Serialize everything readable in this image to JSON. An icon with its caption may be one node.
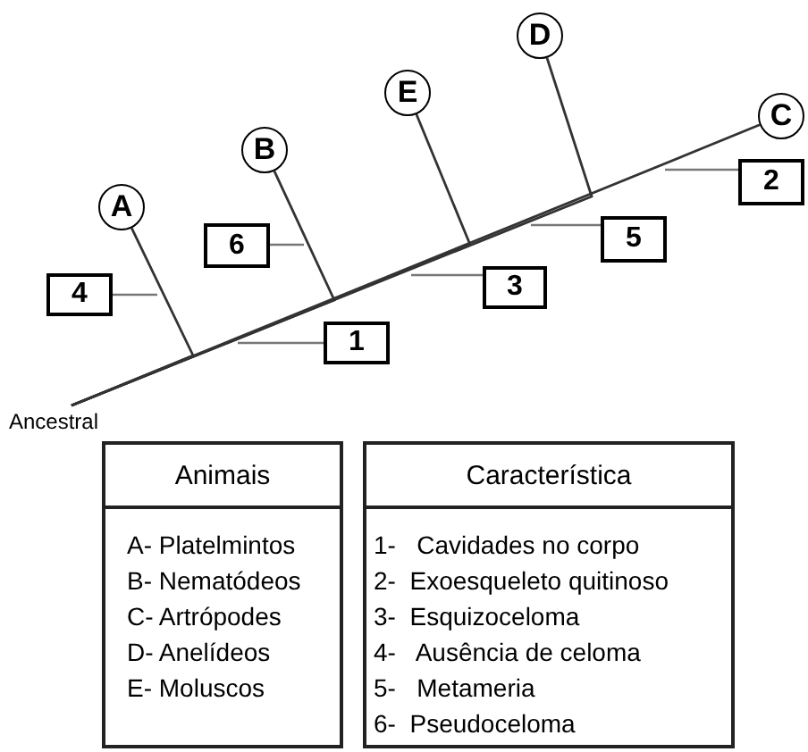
{
  "diagram": {
    "nodes": [
      {
        "text": [
          "A"
        ]
      },
      {
        "text": [
          "B"
        ]
      },
      {
        "text": [
          "E"
        ]
      },
      {
        "text": [
          "D"
        ]
      },
      {
        "text": [
          "C"
        ]
      },
      {
        "text": [
          "4"
        ]
      },
      {
        "text": [
          "6"
        ]
      },
      {
        "text": [
          "1"
        ]
      },
      {
        "text": [
          "3"
        ]
      },
      {
        "text": [
          "5"
        ]
      },
      {
        "text": [
          "2"
        ]
      },
      {
        "text": [
          "Ancestral"
        ]
      },
      {
        "text": [
          "Animais",
          "A- Platelmintos",
          "B- Nematódeos",
          "C- Artrópodes",
          "D- Anelídeos",
          "E- Moluscos"
        ]
      },
      {
        "text": [
          "Característica",
          "1-   Cavidades no corpo",
          "2-  Exoesqueleto quitinoso",
          "3-  Esquizoceloma",
          "4-   Ausência de celoma",
          "5-   Metameria",
          "6-  Pseudoceloma"
        ]
      }
    ],
    "edges": [
      {
        "from": 11,
        "to": 0,
        "arrow": "none"
      },
      {
        "from": 11,
        "to": 1,
        "arrow": "none"
      },
      {
        "from": 11,
        "to": 2,
        "arrow": "none"
      },
      {
        "from": 11,
        "to": 3,
        "arrow": "none"
      },
      {
        "from": 11,
        "to": 4,
        "arrow": "none"
      },
      {
        "from": 5,
        "to": null,
        "arrow": "none"
      },
      {
        "from": 6,
        "to": null,
        "arrow": "none"
      },
      {
        "from": 7,
        "to": null,
        "arrow": "none"
      },
      {
        "from": 8,
        "to": null,
        "arrow": "none"
      },
      {
        "from": 9,
        "to": null,
        "arrow": "none"
      },
      {
        "from": 10,
        "to": null,
        "arrow": "none"
      }
    ]
  }
}
